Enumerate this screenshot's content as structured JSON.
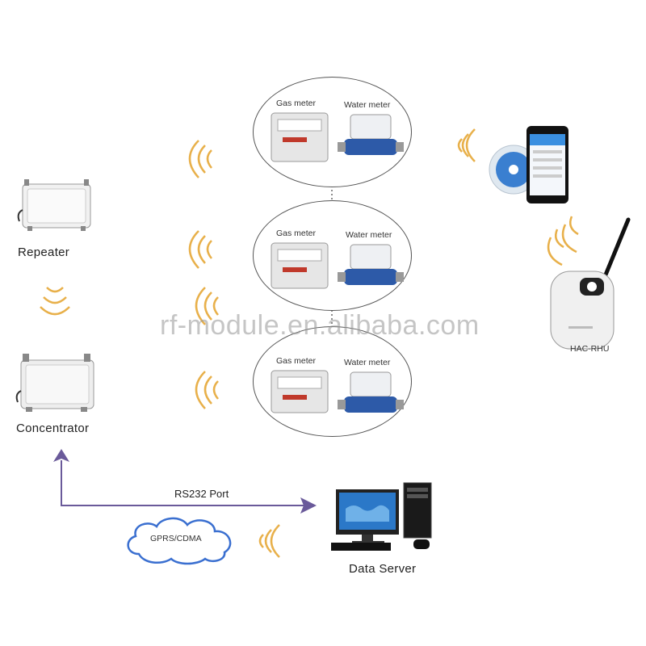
{
  "labels": {
    "repeater": "Repeater",
    "concentrator": "Concentrator",
    "rs232": "RS232 Port",
    "gprs": "GPRS/CDMA",
    "data_server": "Data Server",
    "handheld": "HAC-RHU",
    "watermark": "rf-module.en.alibaba.com"
  },
  "meter_groups": [
    {
      "gas": "Gas meter",
      "water": "Water meter"
    },
    {
      "gas": "Gas meter",
      "water": "Water meter"
    },
    {
      "gas": "Gas meter",
      "water": "Water meter"
    }
  ],
  "colors": {
    "signal": "#e8b04a",
    "arrow": "#6a5a9a",
    "water_meter": "#2d5aa8",
    "gas_label": "#c0392b"
  }
}
